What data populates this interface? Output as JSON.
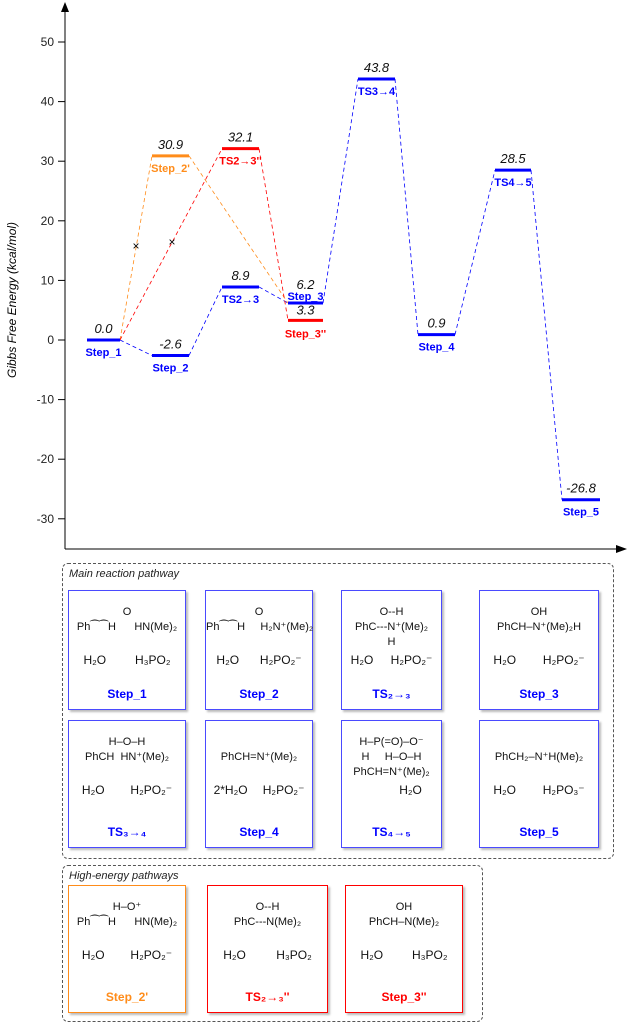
{
  "chart_data": {
    "type": "energy-profile",
    "ylabel": "Gibbs Free Energy (kcal/mol)",
    "ylim": [
      -35,
      55
    ],
    "yticks": [
      -30,
      -20,
      -10,
      0,
      10,
      20,
      30,
      40,
      50
    ],
    "levels": [
      {
        "id": "s1",
        "label": "Step_1",
        "value": 0.0,
        "value_text": "0.0",
        "pos": 1,
        "color": "#0000ff"
      },
      {
        "id": "s2",
        "label": "Step_2",
        "value": -2.6,
        "value_text": "-2.6",
        "pos": 2,
        "color": "#0000ff"
      },
      {
        "id": "s2p",
        "label": "Step_2'",
        "value": 30.9,
        "value_text": "30.9",
        "pos": 2,
        "color": "#ff8c1a"
      },
      {
        "id": "ts23pp",
        "label": "TS2→3''",
        "value": 32.1,
        "value_text": "32.1",
        "pos": 3,
        "color": "#ff0000"
      },
      {
        "id": "ts23",
        "label": "TS2→3",
        "value": 8.9,
        "value_text": "8.9",
        "pos": 3,
        "color": "#0000ff"
      },
      {
        "id": "s3",
        "label": "Step_3",
        "value": 6.2,
        "value_text": "6.2",
        "pos": 4,
        "color": "#0000ff"
      },
      {
        "id": "s3pp",
        "label": "Step_3''",
        "value": 3.3,
        "value_text": "3.3",
        "pos": 4,
        "color": "#ff0000"
      },
      {
        "id": "ts34",
        "label": "TS3→4",
        "value": 43.8,
        "value_text": "43.8",
        "pos": 5,
        "color": "#0000ff"
      },
      {
        "id": "s4",
        "label": "Step_4",
        "value": 0.9,
        "value_text": "0.9",
        "pos": 6,
        "color": "#0000ff"
      },
      {
        "id": "ts45",
        "label": "TS4→5",
        "value": 28.5,
        "value_text": "28.5",
        "pos": 7,
        "color": "#0000ff"
      },
      {
        "id": "s5",
        "label": "Step_5",
        "value": -26.8,
        "value_text": "-26.8",
        "pos": 8,
        "color": "#0000ff"
      }
    ],
    "paths": [
      {
        "name": "main",
        "color": "#0000ff",
        "ids": [
          "s1",
          "s2",
          "ts23",
          "s3",
          "ts34",
          "s4",
          "ts45",
          "s5"
        ]
      },
      {
        "name": "step2prime",
        "color": "#ff8c1a",
        "ids": [
          "s1",
          "s2p",
          "s3"
        ],
        "blocked": true
      },
      {
        "name": "ts23pp",
        "color": "#ff0000",
        "ids": [
          "s1",
          "ts23pp",
          "s3pp"
        ],
        "blocked": true
      }
    ]
  },
  "main_panel": {
    "title": "Main reaction pathway",
    "boxes": [
      {
        "mol": "O\nPh⁀⁀H      HN(Me)₂",
        "r1": "H₂O",
        "r2": "H₃PO₂",
        "label": "Step_1"
      },
      {
        "mol": "O\nPh⁀⁀H     H₂N⁺(Me)₂",
        "r1": "H₂O",
        "r2": "H₂PO₂⁻",
        "label": "Step_2"
      },
      {
        "mol": "O--H\nPhC---N⁺(Me)₂\nH",
        "r1": "H₂O",
        "r2": "H₂PO₂⁻",
        "label": "TS₂→₃"
      },
      {
        "mol": "OH\nPhCH–N⁺(Me)₂H",
        "r1": "H₂O",
        "r2": "H₂PO₂⁻",
        "label": "Step_3"
      },
      {
        "mol": "H–O–H\nPhCH  HN⁺(Me)₂",
        "r1": "H₂O",
        "r2": "H₂PO₂⁻",
        "label": "TS₃→₄"
      },
      {
        "mol": "\nPhCH=N⁺(Me)₂",
        "r1": "2*H₂O",
        "r2": "H₂PO₂⁻",
        "label": "Step_4"
      },
      {
        "mol": "H–P(=O)–O⁻\nH     H–O–H\nPhCH=N⁺(Me)₂",
        "r1": "",
        "r2": "H₂O",
        "label": "TS₄→₅"
      },
      {
        "mol": "\nPhCH₂–N⁺H(Me)₂",
        "r1": "H₂O",
        "r2": "H₂PO₃⁻",
        "label": "Step_5"
      }
    ]
  },
  "high_panel": {
    "title": "High-energy pathways",
    "boxes": [
      {
        "mol": "H–O⁺\nPh⁀⁀H      HN(Me)₂",
        "r1": "H₂O",
        "r2": "H₂PO₂⁻",
        "label": "Step_2'",
        "color": "#ff8c1a"
      },
      {
        "mol": "O--H\nPhC---N(Me)₂",
        "r1": "H₂O",
        "r2": "H₃PO₂",
        "label": "TS₂→₃''",
        "color": "#ff0000"
      },
      {
        "mol": "OH\nPhCH–N(Me)₂",
        "r1": "H₂O",
        "r2": "H₃PO₂",
        "label": "Step_3''",
        "color": "#ff0000"
      }
    ]
  }
}
